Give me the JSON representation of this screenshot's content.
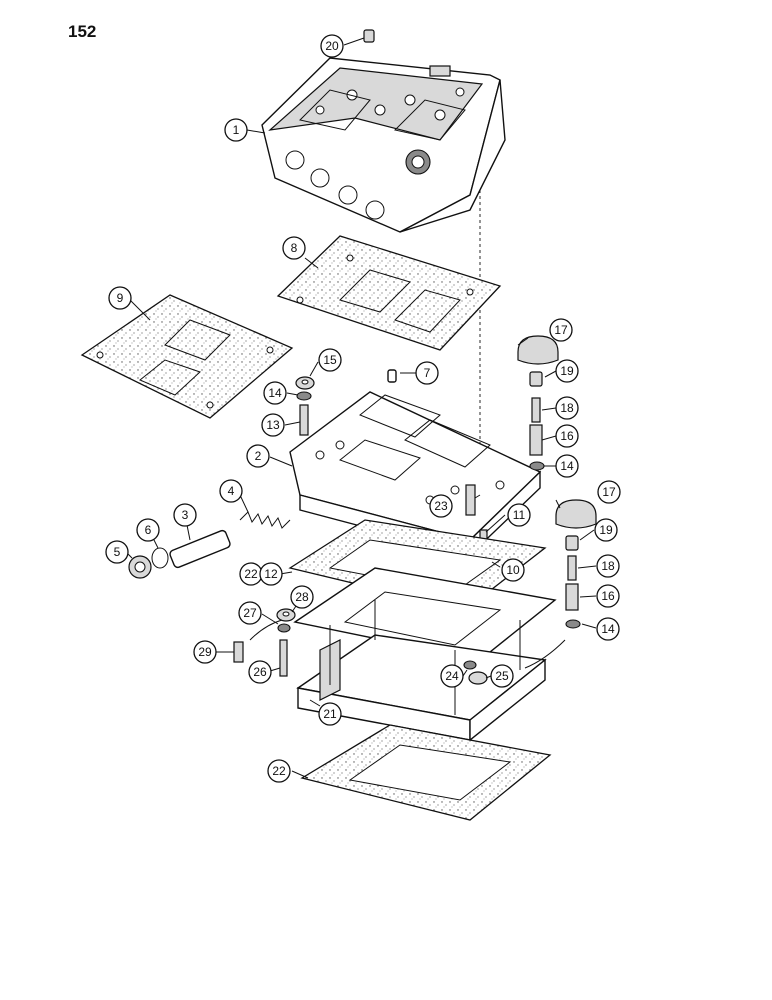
{
  "page": {
    "number": "152"
  },
  "callouts": [
    {
      "id": "c20",
      "label": "20"
    },
    {
      "id": "c1",
      "label": "1"
    },
    {
      "id": "c8",
      "label": "8"
    },
    {
      "id": "c9",
      "label": "9"
    },
    {
      "id": "c17a",
      "label": "17"
    },
    {
      "id": "c15",
      "label": "15"
    },
    {
      "id": "c7",
      "label": "7"
    },
    {
      "id": "c19a",
      "label": "19"
    },
    {
      "id": "c14a",
      "label": "14"
    },
    {
      "id": "c18a",
      "label": "18"
    },
    {
      "id": "c13",
      "label": "13"
    },
    {
      "id": "c16a",
      "label": "16"
    },
    {
      "id": "c2",
      "label": "2"
    },
    {
      "id": "c14b",
      "label": "14"
    },
    {
      "id": "c4",
      "label": "4"
    },
    {
      "id": "c17b",
      "label": "17"
    },
    {
      "id": "c23",
      "label": "23"
    },
    {
      "id": "c11",
      "label": "11"
    },
    {
      "id": "c3",
      "label": "3"
    },
    {
      "id": "c6",
      "label": "6"
    },
    {
      "id": "c19b",
      "label": "19"
    },
    {
      "id": "c5",
      "label": "5"
    },
    {
      "id": "c10",
      "label": "10"
    },
    {
      "id": "c22a",
      "label": "22"
    },
    {
      "id": "c12",
      "label": "12"
    },
    {
      "id": "c18b",
      "label": "18"
    },
    {
      "id": "c16b",
      "label": "16"
    },
    {
      "id": "c28",
      "label": "28"
    },
    {
      "id": "c27",
      "label": "27"
    },
    {
      "id": "c14c",
      "label": "14"
    },
    {
      "id": "c29",
      "label": "29"
    },
    {
      "id": "c26",
      "label": "26"
    },
    {
      "id": "c24",
      "label": "24"
    },
    {
      "id": "c25",
      "label": "25"
    },
    {
      "id": "c21",
      "label": "21"
    },
    {
      "id": "c22b",
      "label": "22"
    }
  ]
}
